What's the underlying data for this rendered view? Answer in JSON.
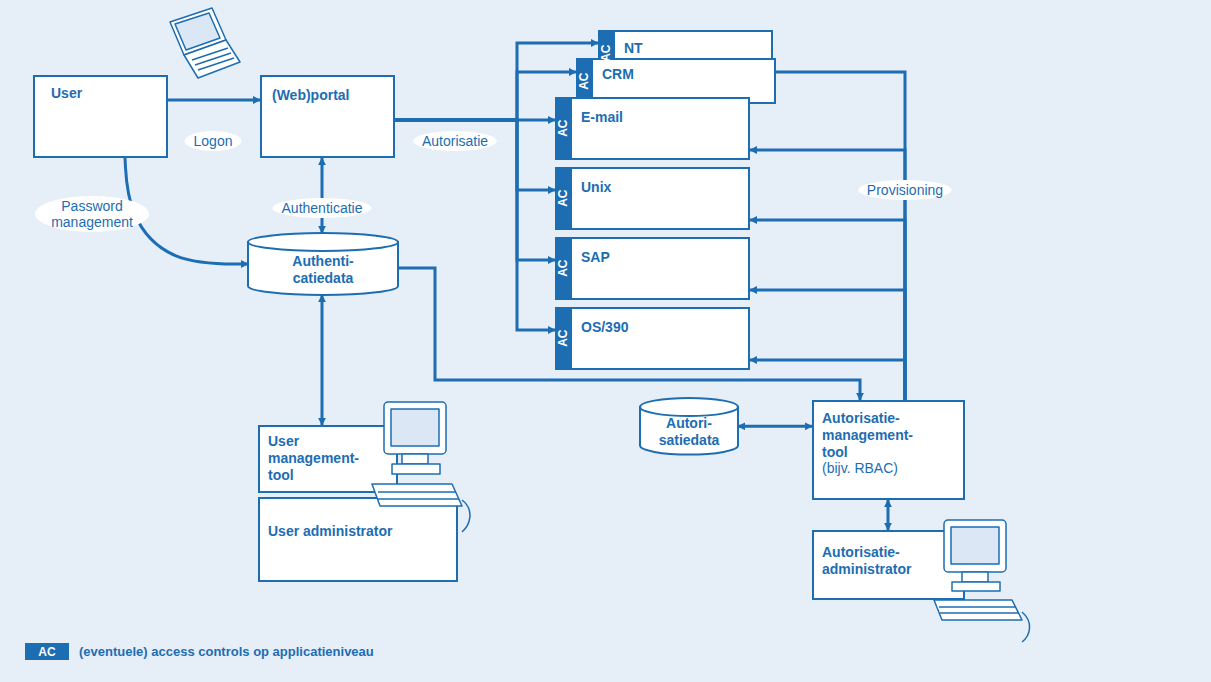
{
  "diagram": {
    "nodes": [
      {
        "text": [
          "User"
        ]
      },
      {
        "text": [
          "(Web)portal"
        ]
      },
      {
        "text": [
          "NT"
        ]
      },
      {
        "text": [
          "AC"
        ],
        "in": 2
      },
      {
        "text": [
          "CRM"
        ]
      },
      {
        "text": [
          "AC"
        ],
        "in": 4
      },
      {
        "text": [
          "E-mail"
        ]
      },
      {
        "text": [
          "AC"
        ],
        "in": 6
      },
      {
        "text": [
          "Unix"
        ]
      },
      {
        "text": [
          "AC"
        ],
        "in": 8
      },
      {
        "text": [
          "SAP"
        ]
      },
      {
        "text": [
          "AC"
        ],
        "in": 10
      },
      {
        "text": [
          "OS/390"
        ]
      },
      {
        "text": [
          "AC"
        ],
        "in": 12
      },
      {
        "text": [
          "Authenti- catiedata"
        ]
      },
      {
        "text": [
          "User management- tool"
        ]
      },
      {
        "text": [
          "User administrator"
        ]
      },
      {
        "text": [
          "Autori- satiedata"
        ]
      },
      {
        "text": [
          "Autorisatie- management- tool",
          "(bijv. RBAC)"
        ]
      },
      {
        "text": [
          "Autorisatie- administrator"
        ]
      }
    ],
    "edges": [
      {
        "from": 0,
        "to": 1,
        "arrow": "to",
        "label": "Logon"
      },
      {
        "from": 1,
        "to": 14,
        "arrow": "both",
        "label": "Authenticatie"
      },
      {
        "from": 0,
        "to": 14,
        "arrow": "to",
        "label": "Password management"
      },
      {
        "from": 1,
        "to": 3,
        "arrow": "to"
      },
      {
        "from": 1,
        "to": 5,
        "arrow": "to"
      },
      {
        "from": 1,
        "to": 7,
        "arrow": "to",
        "label": "Autorisatie"
      },
      {
        "from": 1,
        "to": 9,
        "arrow": "to"
      },
      {
        "from": 1,
        "to": 11,
        "arrow": "to"
      },
      {
        "from": 1,
        "to": 13,
        "arrow": "to"
      },
      {
        "from": 14,
        "to": 15,
        "arrow": "both"
      },
      {
        "from": 14,
        "to": 18,
        "arrow": "to"
      },
      {
        "from": 17,
        "to": 18,
        "arrow": "both"
      },
      {
        "from": 18,
        "to": 19,
        "arrow": "both"
      },
      {
        "from": 18,
        "to": 4,
        "arrow": "none"
      },
      {
        "from": 18,
        "to": 6,
        "arrow": "to"
      },
      {
        "from": 18,
        "to": 8,
        "arrow": "to",
        "label": "Provisioning"
      },
      {
        "from": 18,
        "to": 10,
        "arrow": "to"
      },
      {
        "from": 18,
        "to": 12,
        "arrow": "to"
      }
    ],
    "labels": [
      "AC"
    ],
    "legend": [
      {
        "text": "(eventuele) access controls op applicatieniveau",
        "color": "#1d6db3"
      }
    ]
  }
}
